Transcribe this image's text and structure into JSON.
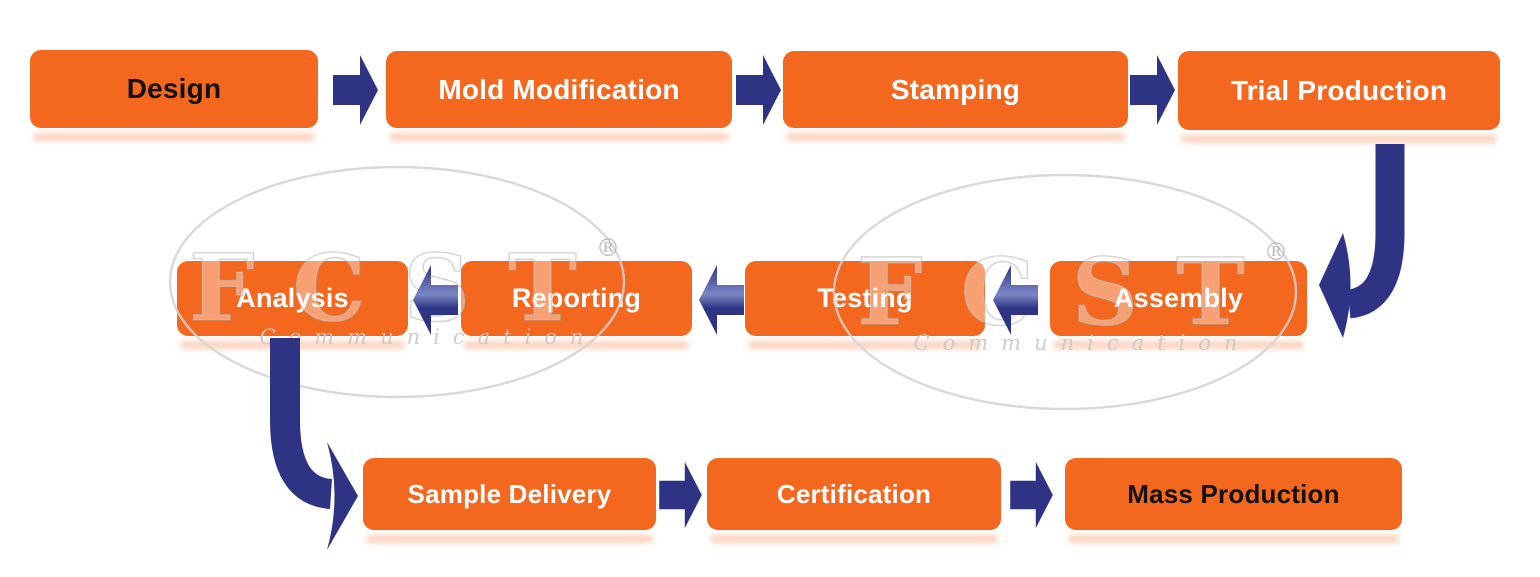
{
  "diagram": {
    "type": "process-flow",
    "steps": [
      "Design",
      "Mold Modification",
      "Stamping",
      "Trial Production",
      "Assembly",
      "Testing",
      "Reporting",
      "Analysis",
      "Sample Delivery",
      "Certification",
      "Mass Production"
    ]
  },
  "boxes": {
    "design": {
      "label": "Design"
    },
    "mold_modification": {
      "label": "Mold Modification"
    },
    "stamping": {
      "label": "Stamping"
    },
    "trial_production": {
      "label": "Trial Production"
    },
    "analysis": {
      "label": "Analysis"
    },
    "reporting": {
      "label": "Reporting"
    },
    "testing": {
      "label": "Testing"
    },
    "assembly": {
      "label": "Assembly"
    },
    "sample_delivery": {
      "label": "Sample Delivery"
    },
    "certification": {
      "label": "Certification"
    },
    "mass_production": {
      "label": "Mass Production"
    }
  },
  "watermark": {
    "brand": "FCST",
    "registered": "®",
    "subtitle": "Communication"
  },
  "colors": {
    "box": "#F3671E",
    "arrow": "#2E3483",
    "box_text_light": "#FFFFFF",
    "box_text_dark": "#121212",
    "watermark_gray": "#CFCFCF"
  }
}
